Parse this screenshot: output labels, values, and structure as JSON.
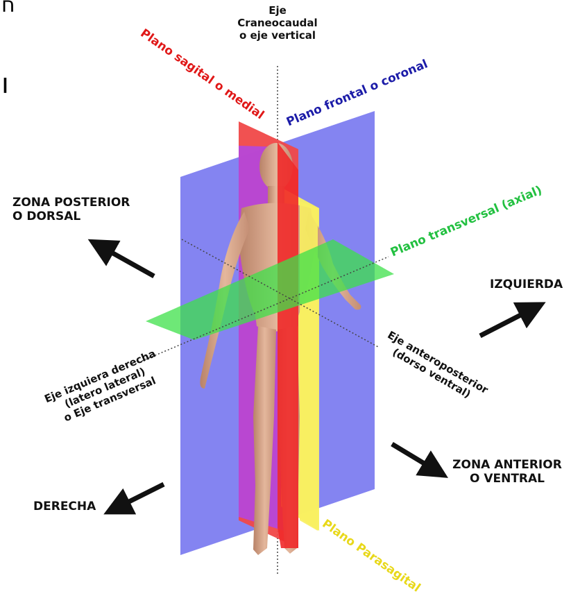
{
  "corner_glyphs": {
    "top": "ח",
    "left": "ו"
  },
  "axes": {
    "vertical": [
      "Eje",
      "Craneocaudal",
      "o eje vertical"
    ],
    "transverse": [
      "Eje izquiera derecha",
      "(latero lateral)",
      "o Eje transversal"
    ],
    "anteroposterior": [
      "Eje anteroposterior",
      "(dorso ventral)"
    ]
  },
  "planes": {
    "sagittal": "Plano sagital o medial",
    "frontal": "Plano frontal o coronal",
    "transverse": "Plano transversal (axial)",
    "parasagittal": "Plano Parasagital"
  },
  "zones": {
    "posterior": [
      "ZONA POSTERIOR",
      "O DORSAL"
    ],
    "left": "IZQUIERDA",
    "anterior": [
      "ZONA ANTERIOR",
      "O VENTRAL"
    ],
    "right": "DERECHA"
  },
  "colors": {
    "frontal_plane": "#7d7df0",
    "sagittal_plane": "#f04848",
    "transverse_plane": "#3ee04a",
    "parasagittal_plane": "#f8f060",
    "sagittal_text": "#e01818",
    "frontal_text": "#1c1ca8",
    "transverse_text": "#22c040",
    "parasagittal_text": "#e8d81a",
    "skin": "#d9a98c"
  }
}
